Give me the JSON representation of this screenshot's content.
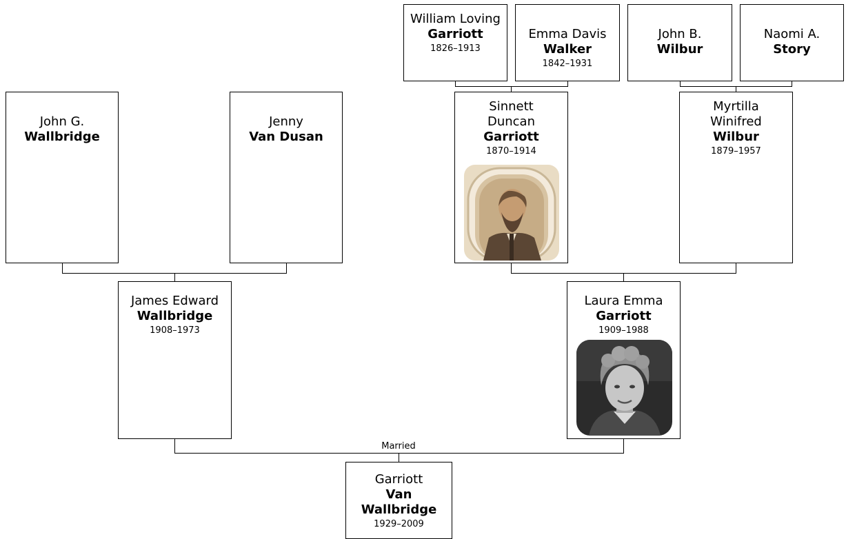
{
  "people": {
    "william": {
      "given": "William Loving",
      "surname": "Garriott",
      "dates": "1826–1913"
    },
    "emma": {
      "given": "Emma Davis",
      "surname": "Walker",
      "dates": "1842–1931"
    },
    "john_b": {
      "given": "John B.",
      "surname": "Wilbur",
      "dates": ""
    },
    "naomi": {
      "given": "Naomi A.",
      "surname": "Story",
      "dates": ""
    },
    "john_g": {
      "given": "John G.",
      "surname": "Wallbridge",
      "dates": ""
    },
    "jenny": {
      "given": "Jenny",
      "surname": "Van Dusan",
      "dates": ""
    },
    "sinnett": {
      "given": "Sinnett Duncan",
      "surname": "Garriott",
      "dates": "1870–1914"
    },
    "myrtilla": {
      "given": "Myrtilla Winifred",
      "surname": "Wilbur",
      "dates": "1879–1957"
    },
    "james": {
      "given": "James Edward",
      "surname": "Wallbridge",
      "dates": "1908–1973"
    },
    "laura": {
      "given": "Laura Emma",
      "surname": "Garriott",
      "dates": "1909–1988"
    },
    "garriott": {
      "given": "Garriott",
      "surname": "Van Wallbridge",
      "dates": "1929–2009"
    }
  },
  "marriage_label": "Married"
}
